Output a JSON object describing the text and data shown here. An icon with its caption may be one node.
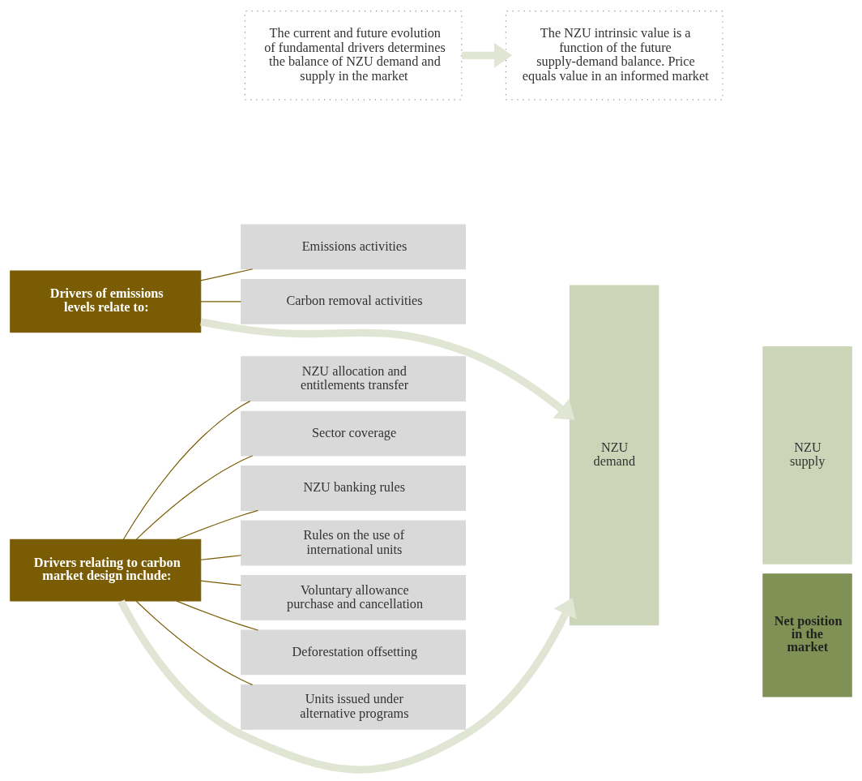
{
  "diagram": {
    "nodes": [
      {
        "text": [
          "Drivers of emissions levels relate to:"
        ]
      },
      {
        "text": [
          "Emissions activities"
        ]
      },
      {
        "text": [
          "Carbon removal activities"
        ]
      },
      {
        "text": [
          "Drivers relating to carbon market design include:"
        ]
      },
      {
        "text": [
          "NZU allocation and entitlements transfer"
        ]
      },
      {
        "text": [
          "Sector coverage"
        ]
      },
      {
        "text": [
          "NZU banking rules"
        ]
      },
      {
        "text": [
          "Rules on the use of international units"
        ]
      },
      {
        "text": [
          "Voluntary allowance purchase and cancellation"
        ]
      },
      {
        "text": [
          "Deforestation offsetting"
        ]
      },
      {
        "text": [
          "Units issued under alternative programs"
        ]
      },
      {
        "text": [
          "NZU demand"
        ]
      },
      {
        "text": [
          "NZU supply"
        ]
      },
      {
        "text": [
          "Net position in the market"
        ]
      },
      {
        "text": [
          "The current and future evolution of fundamental drivers determines the balance of NZU demand and supply in the market"
        ]
      },
      {
        "text": [
          "The NZU intrinsic value is a function of the future supply-demand balance. Price equals value in an informed market"
        ]
      }
    ],
    "edges": [
      {
        "from": 0,
        "to": 1,
        "arrow": "none"
      },
      {
        "from": 0,
        "to": 2,
        "arrow": "none"
      },
      {
        "from": 3,
        "to": 4,
        "arrow": "none"
      },
      {
        "from": 3,
        "to": 5,
        "arrow": "none"
      },
      {
        "from": 3,
        "to": 6,
        "arrow": "none"
      },
      {
        "from": 3,
        "to": 7,
        "arrow": "none"
      },
      {
        "from": 3,
        "to": 8,
        "arrow": "none"
      },
      {
        "from": 3,
        "to": 9,
        "arrow": "none"
      },
      {
        "from": 3,
        "to": 10,
        "arrow": "none"
      },
      {
        "from": 0,
        "to": 11,
        "arrow": "to",
        "style": "thick",
        "color": "#e1e6d4"
      },
      {
        "from": 3,
        "to": 11,
        "arrow": "to",
        "style": "thick",
        "color": "#e1e6d4"
      },
      {
        "from": 14,
        "to": 15,
        "arrow": "to",
        "style": "thick",
        "color": "#e1e6d4"
      }
    ]
  }
}
